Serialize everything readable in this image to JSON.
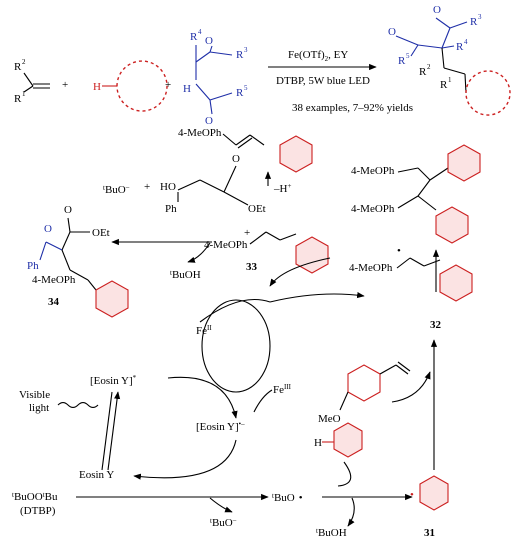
{
  "top": {
    "r2": "R",
    "r2_sup": "2",
    "r1": "R",
    "r1_sup": "1",
    "plus": "+",
    "h": "H",
    "r4": "R",
    "r4_sup": "4",
    "r3": "R",
    "r3_sup": "3",
    "r5": "R",
    "r5_sup": "5",
    "o": "O",
    "catalyst": "Fe(OTf)",
    "catalyst_sub": "2",
    "catalyst_tail": ", EY",
    "conditions": "DTBP, 5W blue LED",
    "scope": "38 examples, 7–92% yields"
  },
  "mech": {
    "meoph": "4-MeOPh",
    "minus_h": "–H",
    "minus_h_sup": "+",
    "tbuo_minus": "BuO",
    "t": "t",
    "minus_sup": "–",
    "ho": "HO",
    "ph": "Ph",
    "oet": "OEt",
    "o": "O",
    "tbuoh": "BuOH",
    "fe2": "Fe",
    "fe2_sup": "II",
    "fe3": "Fe",
    "fe3_sup": "III",
    "eosin_star": "[Eosin Y]",
    "star": "*",
    "eosin_minus": "[Eosin Y]",
    "eosin_minus_sup": "•–",
    "eosin": "Eosin Y",
    "visible1": "Visible",
    "visible2": "light",
    "meo": "MeO",
    "tbuoo": "BuOO",
    "tbu": "Bu",
    "dtbp": "(DTBP)",
    "tbuo_rad": "BuO",
    "dot": "•",
    "plus": "+",
    "h": "H",
    "n31": "31",
    "n32": "32",
    "n33": "33",
    "n34": "34"
  }
}
